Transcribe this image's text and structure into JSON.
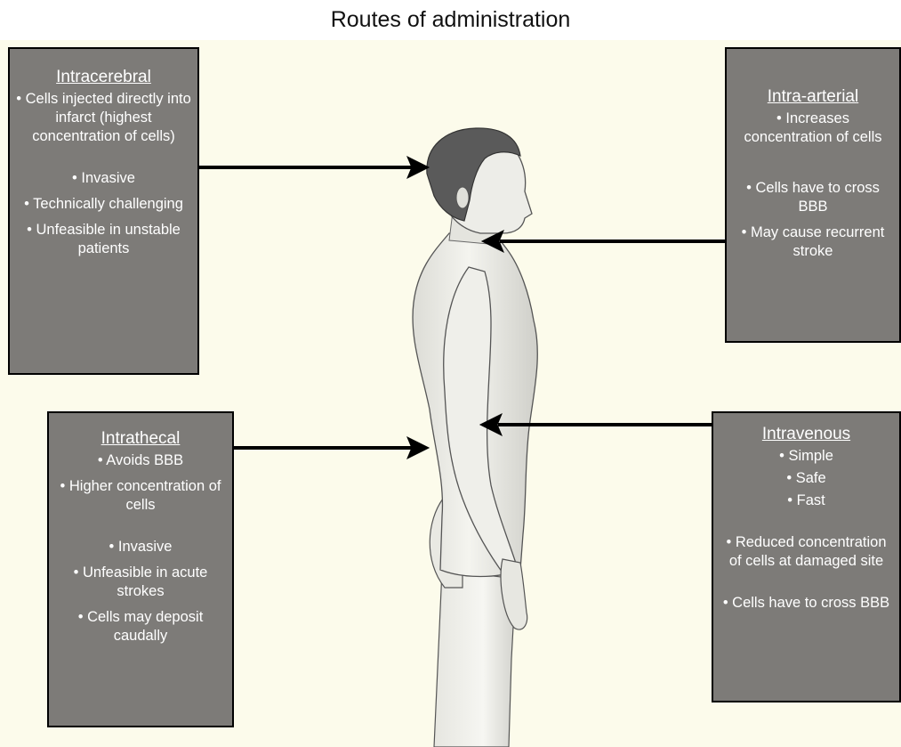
{
  "title": "Routes of administration",
  "boxes": {
    "intracerebral": {
      "heading": "Intracerebral",
      "items": [
        "• Cells injected directly into infarct (highest concentration of cells)",
        "• Invasive",
        "• Technically challenging",
        "• Unfeasible in unstable patients"
      ]
    },
    "intra_arterial": {
      "heading": "Intra-arterial",
      "items": [
        "• Increases concentration of cells",
        "• Cells have to cross BBB",
        "• May cause recurrent stroke"
      ]
    },
    "intrathecal": {
      "heading": "Intrathecal",
      "items": [
        "• Avoids BBB",
        "• Higher concentration of cells",
        "• Invasive",
        "• Unfeasible in acute strokes",
        "• Cells may deposit caudally"
      ]
    },
    "intravenous": {
      "heading": "Intravenous",
      "items": [
        "• Simple",
        "• Safe",
        "• Fast",
        "• Reduced concentration of cells at damaged site",
        "• Cells have to cross BBB"
      ]
    }
  },
  "colors": {
    "background": "#fcfbeb",
    "box_fill": "#7d7b78",
    "box_text": "#ffffff",
    "arrow": "#000000",
    "body_fill": "#ecece6",
    "hair": "#5a5a5a"
  }
}
